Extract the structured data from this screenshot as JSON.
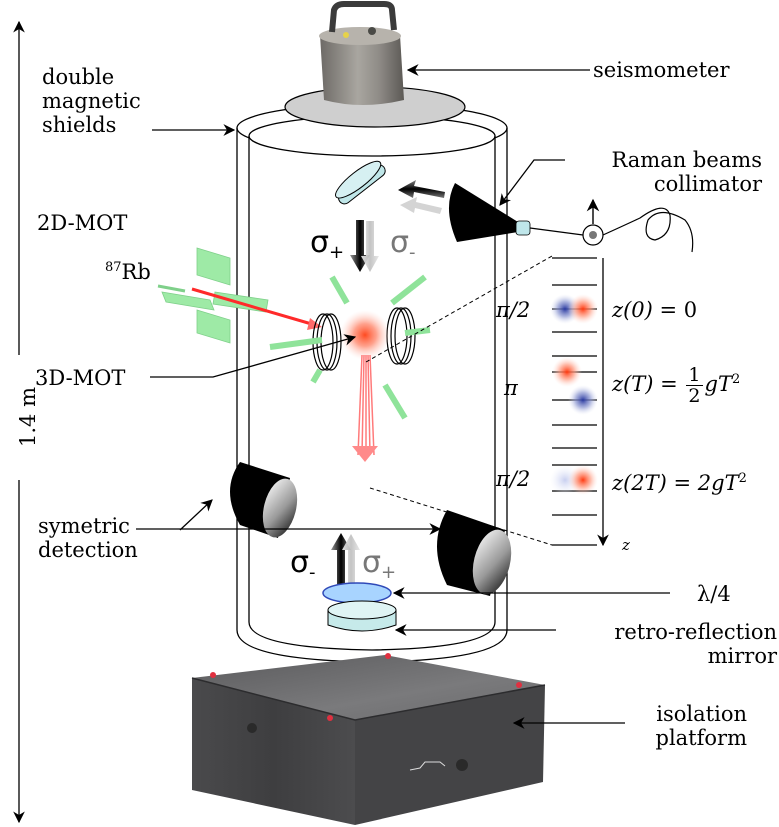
{
  "figure": {
    "title": "Atom gravimeter setup schematic",
    "height_scale": {
      "label": "1.4 m"
    },
    "labels": {
      "double_magnetic_shields": [
        "double",
        "magnetic",
        "shields"
      ],
      "seismometer": "seismometer",
      "raman_beams_collimator": [
        "Raman beams",
        "collimator"
      ],
      "two_d_mot": "2D-MOT",
      "rubidium": {
        "isotope": "87",
        "element": "Rb"
      },
      "three_d_mot": "3D-MOT",
      "symetric_detection": [
        "symetric",
        "detection"
      ],
      "lambda_quarter": "λ/4",
      "retro_reflection_mirror": [
        "retro-reflection",
        "mirror"
      ],
      "isolation_platform": [
        "isolation",
        "platform"
      ]
    },
    "polarizations": {
      "top": [
        {
          "symbol": "σ",
          "sign": "+",
          "shade": "dark"
        },
        {
          "symbol": "σ",
          "sign": "-",
          "shade": "light"
        }
      ],
      "bottom": [
        {
          "symbol": "σ",
          "sign": "-",
          "shade": "dark"
        },
        {
          "symbol": "σ",
          "sign": "+",
          "shade": "light"
        }
      ]
    },
    "pulse_sequence": {
      "axis_label": "z",
      "pulses": [
        {
          "pulse": "π/2",
          "position": "z(0) = 0",
          "lhs": "z(0)",
          "rhs": "0"
        },
        {
          "pulse": "π",
          "position": "z(T) = ½gT²",
          "lhs": "z(T)",
          "rhs_num": "1",
          "rhs_den": "2",
          "rhs_tail": "gT",
          "rhs_exp": "2"
        },
        {
          "pulse": "π/2",
          "position": "z(2T) = 2gT²",
          "lhs": "z(2T)",
          "rhs": "2gT",
          "rhs_exp": "2"
        }
      ],
      "wavepacket_colors": {
        "state_a": "#3a4fb0",
        "state_b": "#ff4a20"
      }
    },
    "colors": {
      "mot_beams": "#8fe39a",
      "atom_cloud": "#ff5a3a",
      "pushing_beam": "#ff2a2a",
      "optics": "#cfeef0",
      "waveplate": "#a8d4ff",
      "platform": "#4a4a4c"
    }
  }
}
